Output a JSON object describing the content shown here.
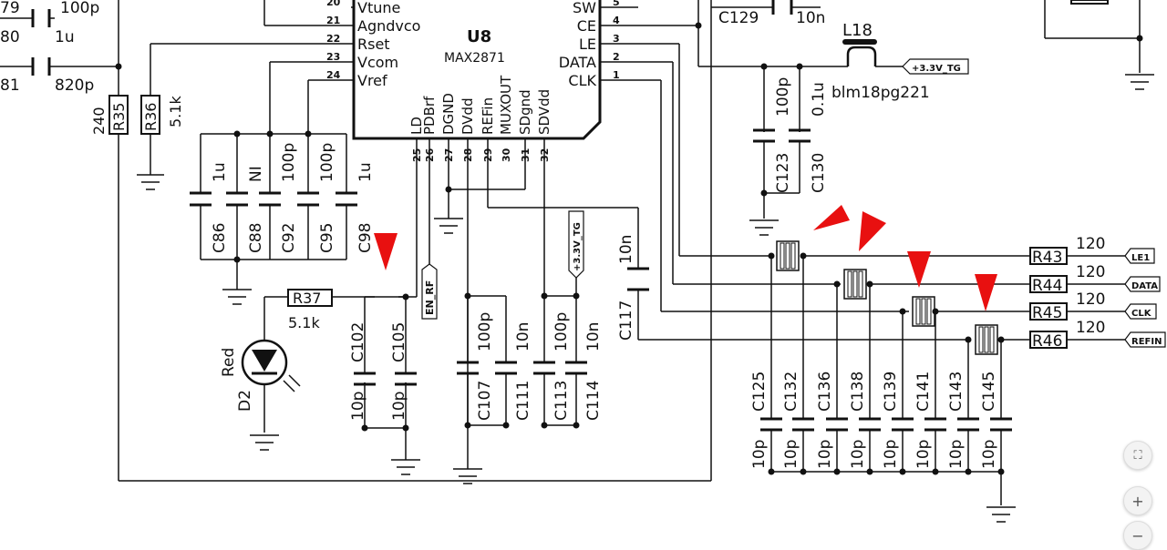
{
  "chip": {
    "ref": "U8",
    "part": "MAX2871",
    "left_pins": [
      {
        "name": "Vtune",
        "num": "20"
      },
      {
        "name": "Agndvco",
        "num": "21"
      },
      {
        "name": "Rset",
        "num": "22"
      },
      {
        "name": "Vcom",
        "num": "23"
      },
      {
        "name": "Vref",
        "num": "24"
      }
    ],
    "right_pins": [
      {
        "name": "SW",
        "num": "5"
      },
      {
        "name": "CE",
        "num": "4"
      },
      {
        "name": "LE",
        "num": "3"
      },
      {
        "name": "DATA",
        "num": "2"
      },
      {
        "name": "CLK",
        "num": "1"
      }
    ],
    "bottom_pins": [
      {
        "name": "LD",
        "num": "25"
      },
      {
        "name": "PDBrf",
        "num": "26"
      },
      {
        "name": "DGND",
        "num": "27"
      },
      {
        "name": "DVdd",
        "num": "28"
      },
      {
        "name": "REFin",
        "num": "29"
      },
      {
        "name": "MUXOUT",
        "num": "30"
      },
      {
        "name": "SDgnd",
        "num": "31"
      },
      {
        "name": "SDVdd",
        "num": "32"
      }
    ]
  },
  "top_left": {
    "n79": "79",
    "v100p": "100p",
    "n80": "80",
    "v1u": "1u",
    "n81": "81",
    "v820p": "820p"
  },
  "resistors": [
    {
      "ref": "R35",
      "value": "240"
    },
    {
      "ref": "R36",
      "value": "5.1k"
    },
    {
      "ref": "R37",
      "value": "5.1k"
    },
    {
      "ref": "R43",
      "value": "120"
    },
    {
      "ref": "R44",
      "value": "120"
    },
    {
      "ref": "R45",
      "value": "120"
    },
    {
      "ref": "R46",
      "value": "120"
    }
  ],
  "caps_bank1": [
    {
      "ref": "C86",
      "value": "1u"
    },
    {
      "ref": "C88",
      "value": "NI"
    },
    {
      "ref": "C92",
      "value": "100p"
    },
    {
      "ref": "C95",
      "value": "100p"
    },
    {
      "ref": "C98",
      "value": "1u"
    }
  ],
  "caps_ld": [
    {
      "ref": "C102",
      "value": "10p"
    },
    {
      "ref": "C105",
      "value": "10p"
    }
  ],
  "caps_dvdd": [
    {
      "ref": "C107",
      "value": "100p"
    },
    {
      "ref": "C111",
      "value": "10n"
    }
  ],
  "caps_sdvdd": [
    {
      "ref": "C113",
      "value": "100p"
    },
    {
      "ref": "C114",
      "value": "10n"
    }
  ],
  "cap_ref": {
    "ref": "C117",
    "value": "10n"
  },
  "cap_c129": {
    "ref": "C129",
    "value": "10n"
  },
  "caps_vcc": [
    {
      "ref": "C123",
      "value": "100p"
    },
    {
      "ref": "C130",
      "value": "0.1u"
    }
  ],
  "caps_bottom": [
    {
      "ref": "C125",
      "value": "10p"
    },
    {
      "ref": "C132",
      "value": "10p"
    },
    {
      "ref": "C136",
      "value": "10p"
    },
    {
      "ref": "C138",
      "value": "10p"
    },
    {
      "ref": "C139",
      "value": "10p"
    },
    {
      "ref": "C141",
      "value": "10p"
    },
    {
      "ref": "C143",
      "value": "10p"
    },
    {
      "ref": "C145",
      "value": "10p"
    }
  ],
  "inductor": {
    "ref": "L18",
    "part": "blm18pg221"
  },
  "led": {
    "ref": "D2",
    "color_label": "Red"
  },
  "net_labels": {
    "en_rf": "EN_RF",
    "v33_a": "+3.3V_TG",
    "v33_b": "+3.3V_TG",
    "le": "LE1",
    "data": "DATA",
    "clk": "CLK",
    "refin": "REFIN"
  },
  "controls": {
    "fit": "⛶",
    "zoom_in": "+",
    "zoom_out": "−"
  },
  "colors": {
    "wire": "#111111",
    "marker": "#e81010",
    "ic_fill": "#ffffff"
  }
}
